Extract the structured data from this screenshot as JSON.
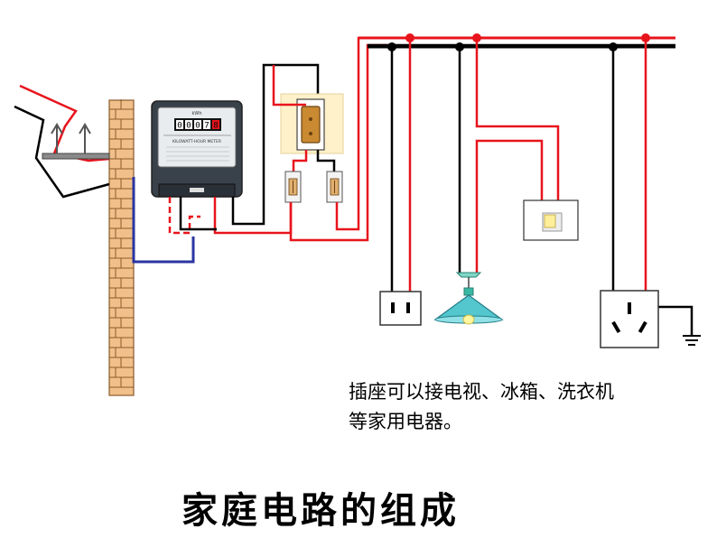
{
  "caption": {
    "line1": "插座可以接电视、冰箱、洗衣机",
    "line2": "等家用电器。"
  },
  "title": "家庭电路的组成",
  "meter": {
    "top_label": "kWh",
    "heading": "KILOWATT-HOUR METER",
    "digits": [
      "0",
      "0",
      "0",
      "7",
      "8"
    ]
  },
  "colors": {
    "live_wire": "#e8141c",
    "neutral_wire": "#000000",
    "meter_wire": "#2b35a0",
    "brick": "#f1c08a",
    "brick_line": "#8a5a2b"
  },
  "icons": [
    "service-drop-wires",
    "brick-wall",
    "electric-meter",
    "main-switch",
    "fuse",
    "two-pin-socket",
    "pendant-lamp",
    "wall-switch",
    "three-pin-socket",
    "ground-symbol"
  ]
}
